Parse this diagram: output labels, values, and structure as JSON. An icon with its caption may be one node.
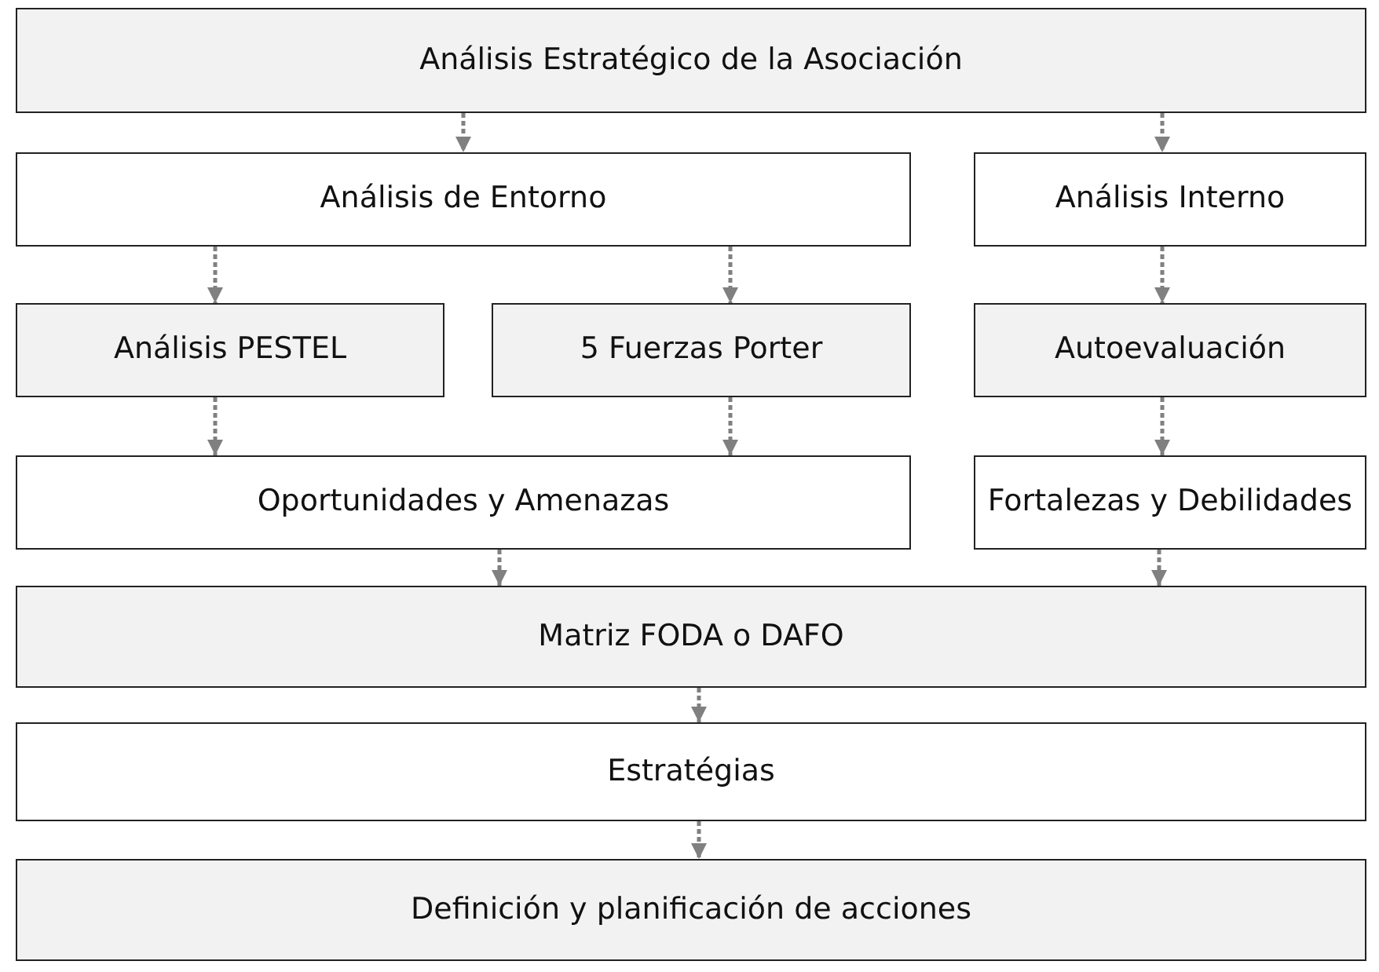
{
  "diagram": {
    "nodes": [
      {
        "text": [
          "Análisis Estratégico de la Asociación"
        ]
      },
      {
        "text": [
          "Análisis de Entorno"
        ]
      },
      {
        "text": [
          "Análisis Interno"
        ]
      },
      {
        "text": [
          "Análisis PESTEL"
        ]
      },
      {
        "text": [
          "5 Fuerzas Porter"
        ]
      },
      {
        "text": [
          "Autoevaluación"
        ]
      },
      {
        "text": [
          "Oportunidades y Amenazas"
        ]
      },
      {
        "text": [
          "Fortalezas y Debilidades"
        ]
      },
      {
        "text": [
          "Matriz FODA o DAFO"
        ]
      },
      {
        "text": [
          "Estratégias"
        ]
      },
      {
        "text": [
          "Definición y planificación de acciones"
        ]
      }
    ],
    "edges": [
      {
        "from": 0,
        "to": 1,
        "arrow": "to",
        "style": "dashed"
      },
      {
        "from": 0,
        "to": 2,
        "arrow": "to",
        "style": "dashed"
      },
      {
        "from": 1,
        "to": 3,
        "arrow": "to",
        "style": "dashed"
      },
      {
        "from": 1,
        "to": 4,
        "arrow": "to",
        "style": "dashed"
      },
      {
        "from": 2,
        "to": 5,
        "arrow": "to",
        "style": "dashed"
      },
      {
        "from": 3,
        "to": 6,
        "arrow": "to",
        "style": "dashed"
      },
      {
        "from": 4,
        "to": 6,
        "arrow": "to",
        "style": "dashed"
      },
      {
        "from": 5,
        "to": 7,
        "arrow": "to",
        "style": "dashed"
      },
      {
        "from": 6,
        "to": 8,
        "arrow": "to",
        "style": "dashed"
      },
      {
        "from": 7,
        "to": 8,
        "arrow": "to",
        "style": "dashed"
      },
      {
        "from": 8,
        "to": 9,
        "arrow": "to",
        "style": "dashed"
      },
      {
        "from": 9,
        "to": 10,
        "arrow": "to",
        "style": "dashed"
      }
    ]
  }
}
